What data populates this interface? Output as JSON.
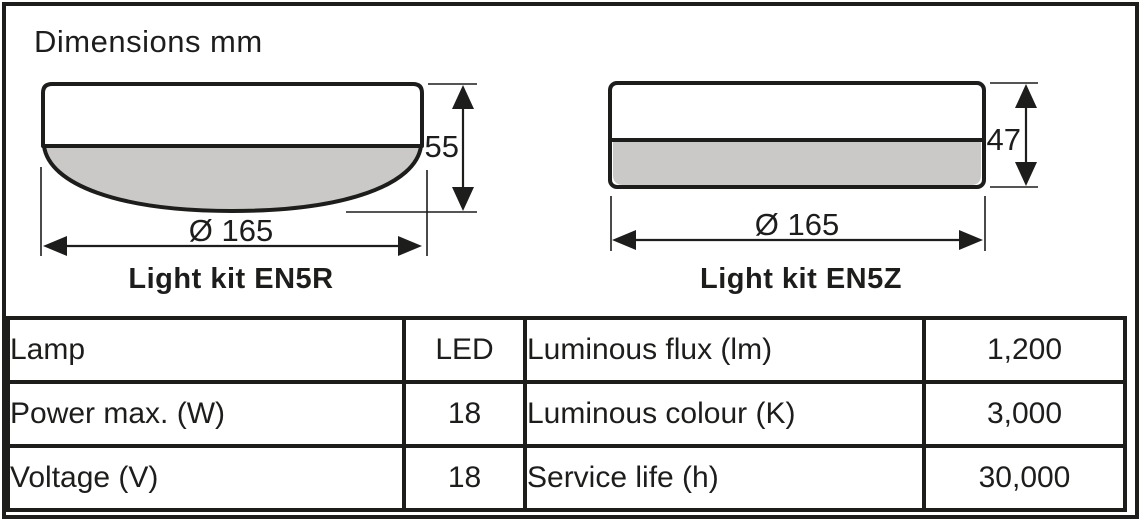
{
  "colors": {
    "line": "#1d1d1b",
    "diffuser_gray": "#cac9c7",
    "background": "#ffffff"
  },
  "header": {
    "units_label": "Dimensions mm"
  },
  "products": {
    "left": {
      "name": "Light kit EN5R",
      "height": "55",
      "diameter": "Ø 165"
    },
    "right": {
      "name": "Light kit EN5Z",
      "height": "47",
      "diameter": "Ø 165"
    }
  },
  "spec_table": {
    "rows": [
      {
        "param_left": "Lamp",
        "value_left": "LED",
        "param_right": "Luminous flux (lm)",
        "value_right": "1,200"
      },
      {
        "param_left": "Power max. (W)",
        "value_left": "18",
        "param_right": "Luminous colour (K)",
        "value_right": "3,000"
      },
      {
        "param_left": "Voltage (V)",
        "value_left": "18",
        "param_right": "Service life (h)",
        "value_right": "30,000"
      }
    ]
  }
}
